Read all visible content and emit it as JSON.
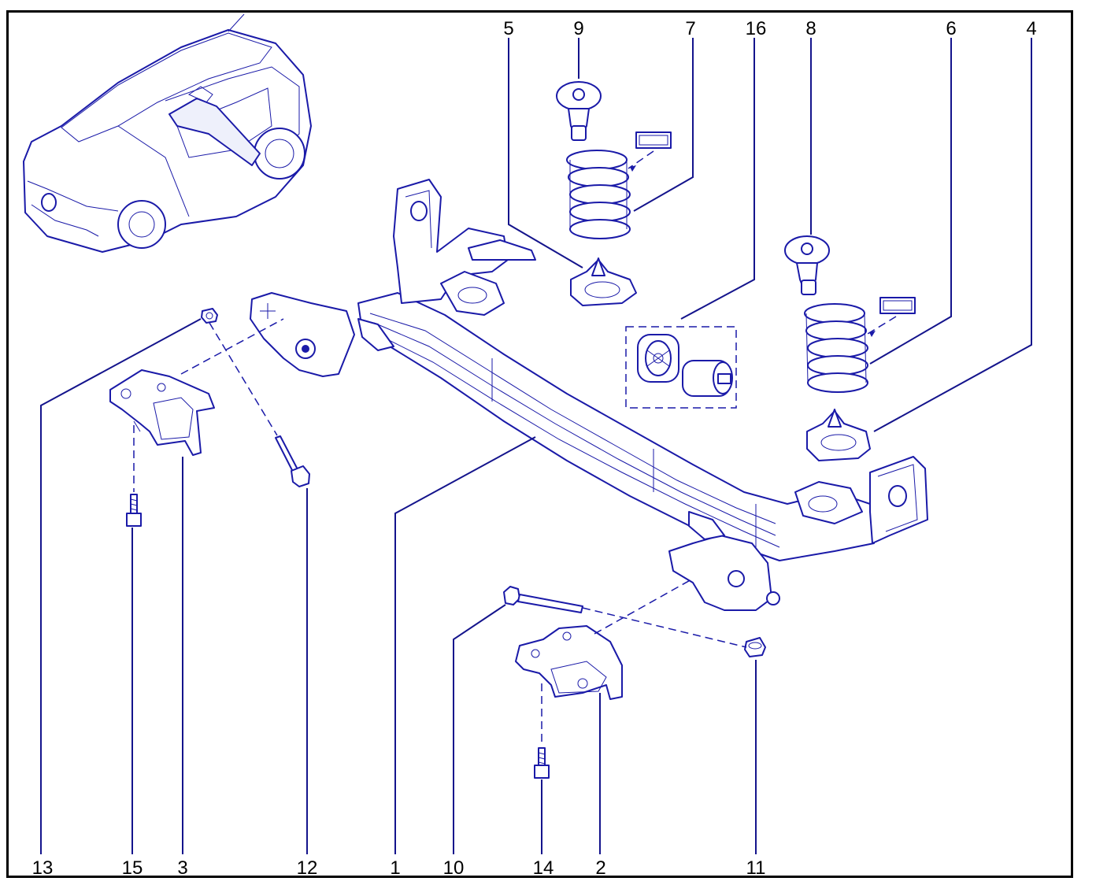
{
  "diagram": {
    "callouts": [
      {
        "id": "c5",
        "label": "5"
      },
      {
        "id": "c9",
        "label": "9"
      },
      {
        "id": "c7",
        "label": "7"
      },
      {
        "id": "c16",
        "label": "16"
      },
      {
        "id": "c8",
        "label": "8"
      },
      {
        "id": "c6",
        "label": "6"
      },
      {
        "id": "c4",
        "label": "4"
      },
      {
        "id": "c13",
        "label": "13"
      },
      {
        "id": "c15",
        "label": "15"
      },
      {
        "id": "c3",
        "label": "3"
      },
      {
        "id": "c12",
        "label": "12"
      },
      {
        "id": "c1",
        "label": "1"
      },
      {
        "id": "c10",
        "label": "10"
      },
      {
        "id": "c14",
        "label": "14"
      },
      {
        "id": "c2",
        "label": "2"
      },
      {
        "id": "c11",
        "label": "11"
      }
    ],
    "colors": {
      "line_art": "#1a1aa8",
      "frame": "#000000",
      "background": "#ffffff"
    }
  }
}
